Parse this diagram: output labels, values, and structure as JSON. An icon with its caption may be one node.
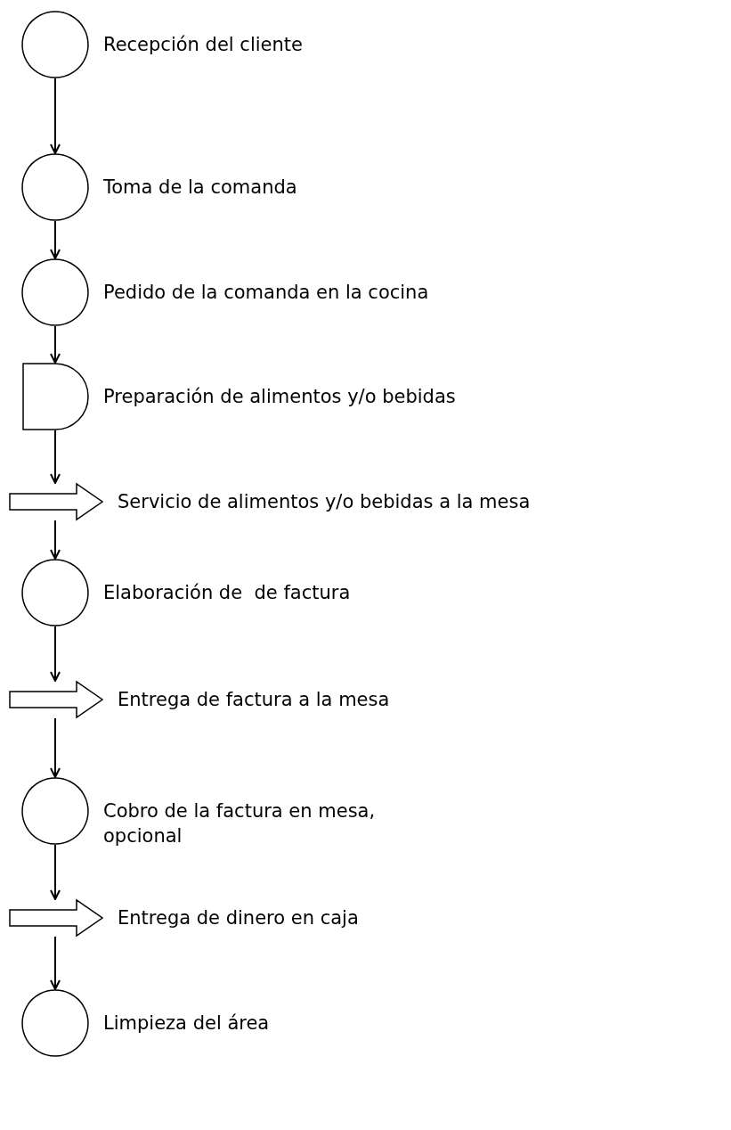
{
  "diagram": {
    "nodes": [
      {
        "text": [],
        "shape": "circle",
        "beside": [
          "Recepción del cliente"
        ]
      },
      {
        "text": [],
        "shape": "circle",
        "beside": [
          "Toma de la comanda"
        ]
      },
      {
        "text": [],
        "shape": "circle",
        "beside": [
          "Pedido de la comanda en la cocina"
        ]
      },
      {
        "text": [],
        "shape": "delay",
        "beside": [
          "Preparación de alimentos y/o bebidas"
        ]
      },
      {
        "text": [],
        "shape": "arrow",
        "beside": [
          "Servicio de alimentos y/o bebidas a la mesa"
        ]
      },
      {
        "text": [],
        "shape": "circle",
        "beside": [
          "Elaboración de  de factura"
        ]
      },
      {
        "text": [],
        "shape": "arrow",
        "beside": [
          "Entrega de factura a la mesa"
        ]
      },
      {
        "text": [],
        "shape": "circle",
        "beside": [
          "Cobro de la factura en mesa, opcional"
        ]
      },
      {
        "text": [],
        "shape": "arrow",
        "beside": [
          "Entrega de dinero en caja"
        ]
      },
      {
        "text": [],
        "shape": "circle",
        "beside": [
          "Limpieza del área"
        ]
      }
    ],
    "edges": [
      {
        "from": 0,
        "to": 1,
        "arrow": "to"
      },
      {
        "from": 1,
        "to": 2,
        "arrow": "to"
      },
      {
        "from": 2,
        "to": 3,
        "arrow": "to"
      },
      {
        "from": 3,
        "to": 4,
        "arrow": "to"
      },
      {
        "from": 4,
        "to": 5,
        "arrow": "to"
      },
      {
        "from": 5,
        "to": 6,
        "arrow": "to"
      },
      {
        "from": 6,
        "to": 7,
        "arrow": "to"
      },
      {
        "from": 7,
        "to": 8,
        "arrow": "to"
      },
      {
        "from": 8,
        "to": 9,
        "arrow": "to"
      }
    ]
  }
}
